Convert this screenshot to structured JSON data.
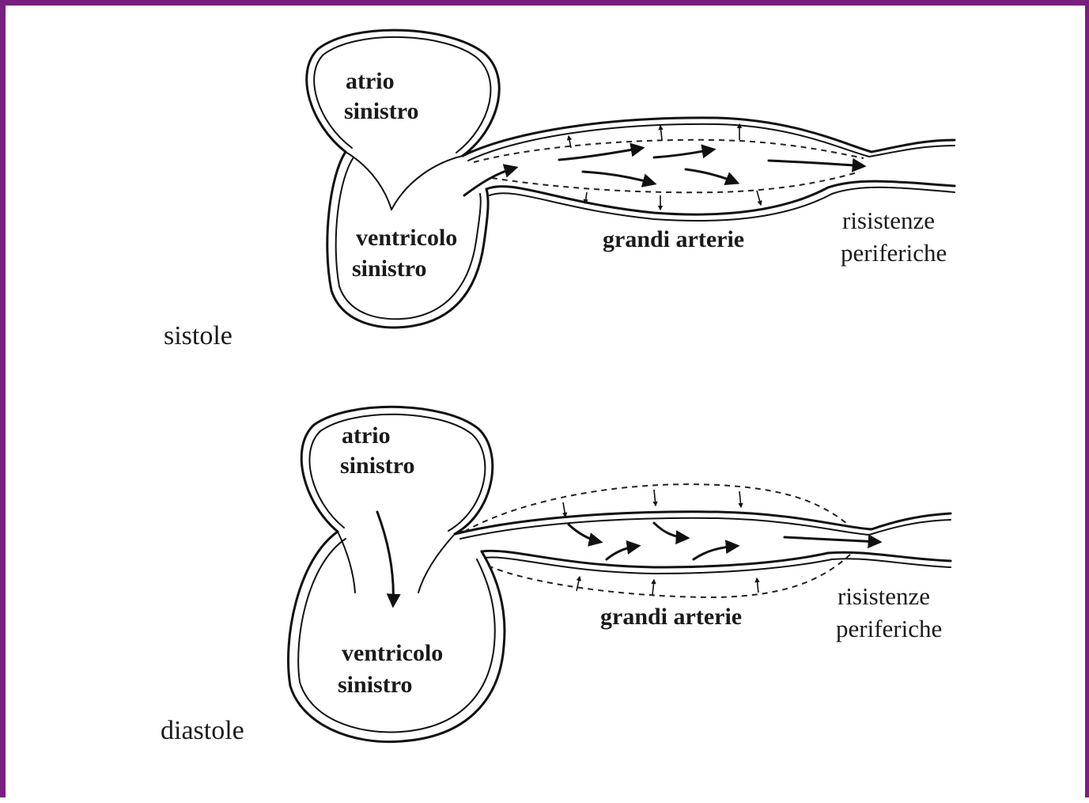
{
  "panels": [
    {
      "phase": "sistole",
      "atrium": [
        "atrio",
        "sinistro"
      ],
      "ventricle": [
        "ventricolo",
        "sinistro"
      ],
      "arteries": "grandi arterie",
      "resistance": [
        "risistenze",
        "periferiche"
      ]
    },
    {
      "phase": "diastole",
      "atrium": [
        "atrio",
        "sinistro"
      ],
      "ventricle": [
        "ventricolo",
        "sinistro"
      ],
      "arteries": "grandi arterie",
      "resistance": [
        "risistenze",
        "periferiche"
      ]
    }
  ],
  "colors": {
    "frame": "#7a1f7f",
    "ink": "#111111"
  }
}
